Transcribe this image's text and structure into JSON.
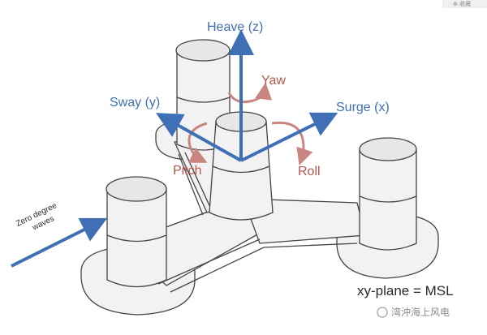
{
  "axes": {
    "heave": "Heave (z)",
    "sway": "Sway (y)",
    "surge": "Surge (x)",
    "yaw": "Yaw",
    "pitch": "Pitch",
    "roll": "Roll"
  },
  "waves_label_line1": "Zero degree",
  "waves_label_line2": "waves",
  "plane_label": "xy-plane = MSL",
  "watermark_text": "湾沖海上风电",
  "colors": {
    "axis_blue": "#3f6fb5",
    "rotation_red": "#c98580",
    "label_red": "#b5564f"
  }
}
